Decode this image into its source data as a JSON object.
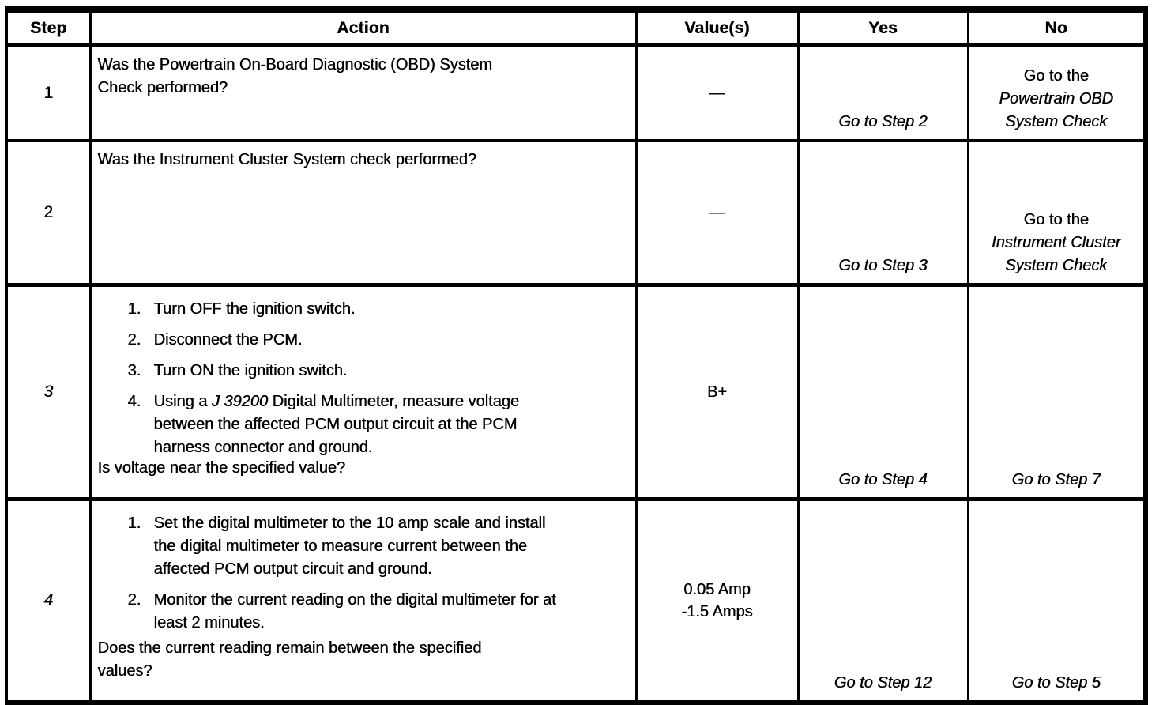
{
  "table": {
    "headers": {
      "step": "Step",
      "action": "Action",
      "values": "Value(s)",
      "yes": "Yes",
      "no": "No"
    },
    "rows": [
      {
        "step": "1",
        "action": "Was the Powertrain On-Board Diagnostic (OBD) System Check performed?",
        "value": "—",
        "yes": "Go to Step 2",
        "no_intro": "Go to the",
        "no_ref_line1": "Powertrain OBD",
        "no_ref_line2": "System Check"
      },
      {
        "step": "2",
        "action": "Was the Instrument Cluster System check performed?",
        "value": "—",
        "yes": "Go to Step 3",
        "no_intro": "Go to the",
        "no_ref_line1": "Instrument Cluster",
        "no_ref_line2": "System Check"
      },
      {
        "step": "3",
        "items": [
          {
            "num": "1.",
            "text": "Turn OFF the ignition switch."
          },
          {
            "num": "2.",
            "text": "Disconnect the PCM."
          },
          {
            "num": "3.",
            "text": "Turn ON the ignition switch."
          },
          {
            "num": "4.",
            "pre": "Using a ",
            "tool": "J 39200",
            "post": " Digital Multimeter, measure voltage between the affected PCM output circuit at the PCM harness connector and ground."
          }
        ],
        "question": "Is voltage near the specified value?",
        "value": "B+",
        "yes": "Go to Step 4",
        "no": "Go to Step 7"
      },
      {
        "step": "4",
        "items": [
          {
            "num": "1.",
            "text": "Set the digital multimeter to the 10 amp scale and install the digital multimeter to measure current between the affected PCM output circuit and ground."
          },
          {
            "num": "2.",
            "text": "Monitor the current reading on the digital multimeter for at least 2 minutes."
          }
        ],
        "question": "Does the current reading remain between the specified values?",
        "value_line1": "0.05 Amp",
        "value_line2": "-1.5 Amps",
        "yes": "Go to Step 12",
        "no": "Go to Step 5"
      }
    ]
  }
}
